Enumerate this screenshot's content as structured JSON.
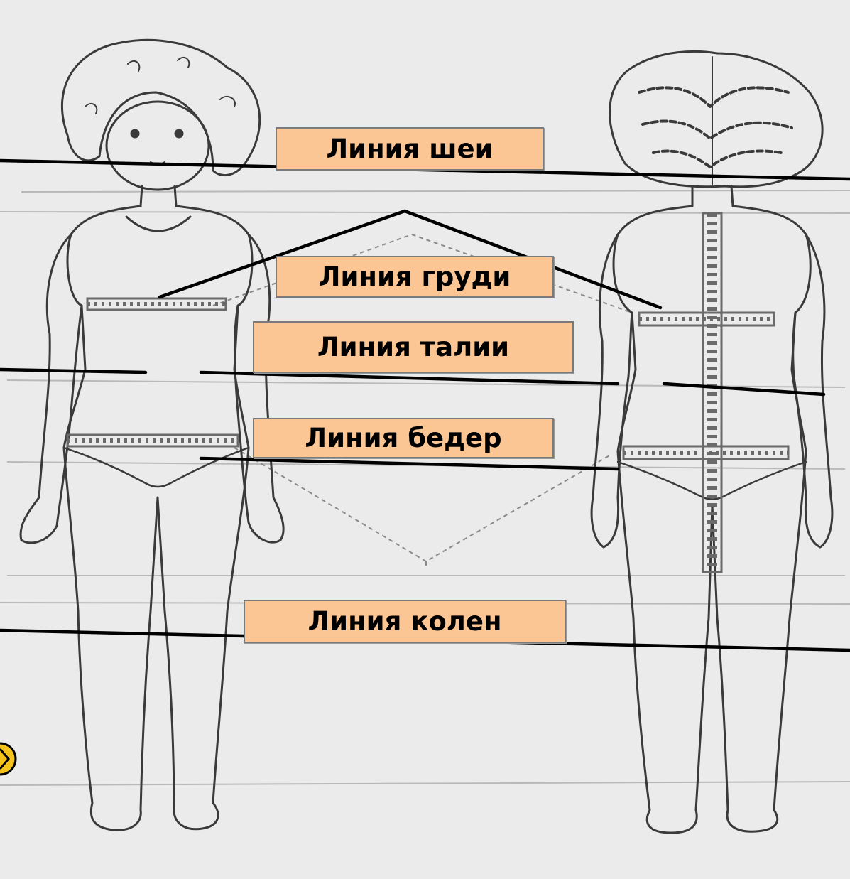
{
  "labels": {
    "neck": "Линия шеи",
    "chest": "Линия груди",
    "waist": "Линия талии",
    "hips": "Линия бедер",
    "knees": "Линия колен"
  },
  "sketch_marks": {
    "top": "",
    "middle": "",
    "lower": ""
  },
  "colors": {
    "background": "#ebebeb",
    "label_fill": "#fbc693",
    "label_border": "#7a7a7a",
    "line": "#000000",
    "sketch": "#3a3a3a",
    "tape": "#6a6a6a",
    "badge": "#f6c21c"
  }
}
